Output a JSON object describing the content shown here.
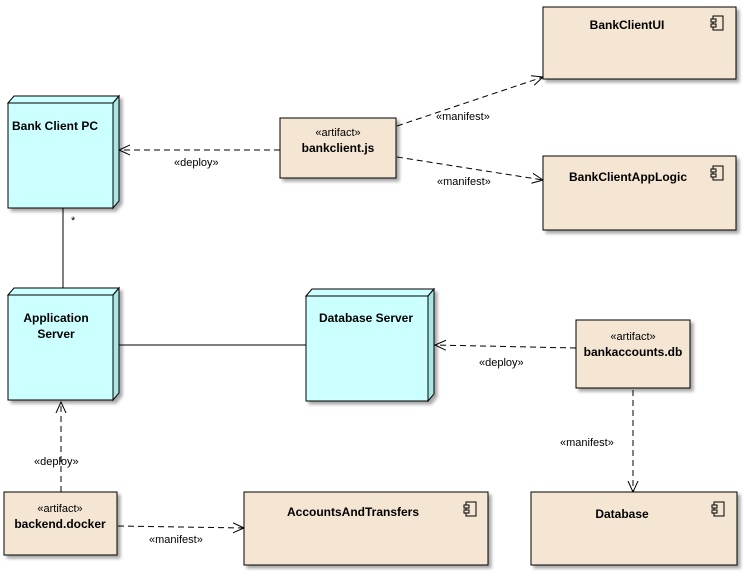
{
  "nodes": {
    "bank_client_pc": {
      "label": "Bank Client PC"
    },
    "application_server": {
      "label_line1": "Application",
      "label_line2": "Server"
    },
    "database_server": {
      "label": "Database Server"
    }
  },
  "artifacts": {
    "bankclient": {
      "stereotype": "«artifact»",
      "name": "bankclient.js"
    },
    "bankaccounts": {
      "stereotype": "«artifact»",
      "name": "bankaccounts.db"
    },
    "backend": {
      "stereotype": "«artifact»",
      "name": "backend.docker"
    }
  },
  "components": {
    "bankclientui": {
      "label": "BankClientUI"
    },
    "bankclientapplogic": {
      "label": "BankClientAppLogic"
    },
    "accountsandtransfers": {
      "label": "AccountsAndTransfers"
    },
    "database": {
      "label": "Database"
    }
  },
  "connectors": {
    "deploy_bankclient": "«deploy»",
    "manifest_ui": "«manifest»",
    "manifest_applogic": "«manifest»",
    "multiplicity_pc": "*",
    "deploy_bankaccounts": "«deploy»",
    "manifest_database": "«manifest»",
    "deploy_backend": "«deploy»",
    "manifest_accounts": "«manifest»"
  },
  "colors": {
    "node_fill": "#ccffff",
    "node_side": "#a8e6e6",
    "element_fill": "#f5e6d3",
    "stroke": "#000000"
  }
}
